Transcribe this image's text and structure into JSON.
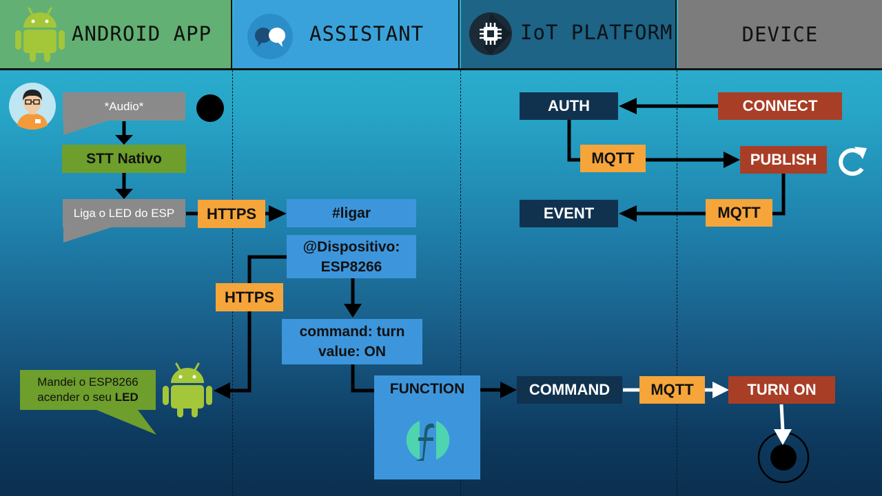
{
  "lanes": {
    "android": "ANDROID APP",
    "assistant": "ASSISTANT",
    "iot": "IoT PLATFORM",
    "device": "DEVICE"
  },
  "android_flow": {
    "audio_bubble": "*Audio*",
    "stt": "STT Nativo",
    "phrase_bubble": "Liga o LED do ESP",
    "reply_text": "Mandei o ESP8266 acender o seu",
    "reply_bold": "LED"
  },
  "assistant_flow": {
    "https_in": "HTTPS",
    "intent": "#ligar",
    "entity": "@Dispositivo: ESP8266",
    "https_out": "HTTPS",
    "command": "command: turn value: ON",
    "function": "FUNCTION"
  },
  "iot_flow": {
    "auth": "AUTH",
    "mqtt_publish": "MQTT",
    "event": "EVENT",
    "command": "COMMAND",
    "mqtt_command": "MQTT"
  },
  "device_flow": {
    "connect": "CONNECT",
    "publish": "PUBLISH",
    "mqtt_event": "MQTT",
    "turn_on": "TURN ON"
  },
  "colors": {
    "android_header": "#62b073",
    "assistant_header": "#3aa2da",
    "iot_header": "#1d6486",
    "device_header": "#7c7c7c",
    "navy_box": "#10324f",
    "rust_box": "#a93e26",
    "orange_label": "#f5a53a",
    "blue_box": "#3d96dc",
    "green_box": "#6e9e2b",
    "grey_bubble": "#8a8a8a"
  },
  "icons": [
    "android-icon",
    "chat-bubbles-icon",
    "chip-icon",
    "user-avatar-icon",
    "refresh-icon",
    "function-logo-icon"
  ]
}
